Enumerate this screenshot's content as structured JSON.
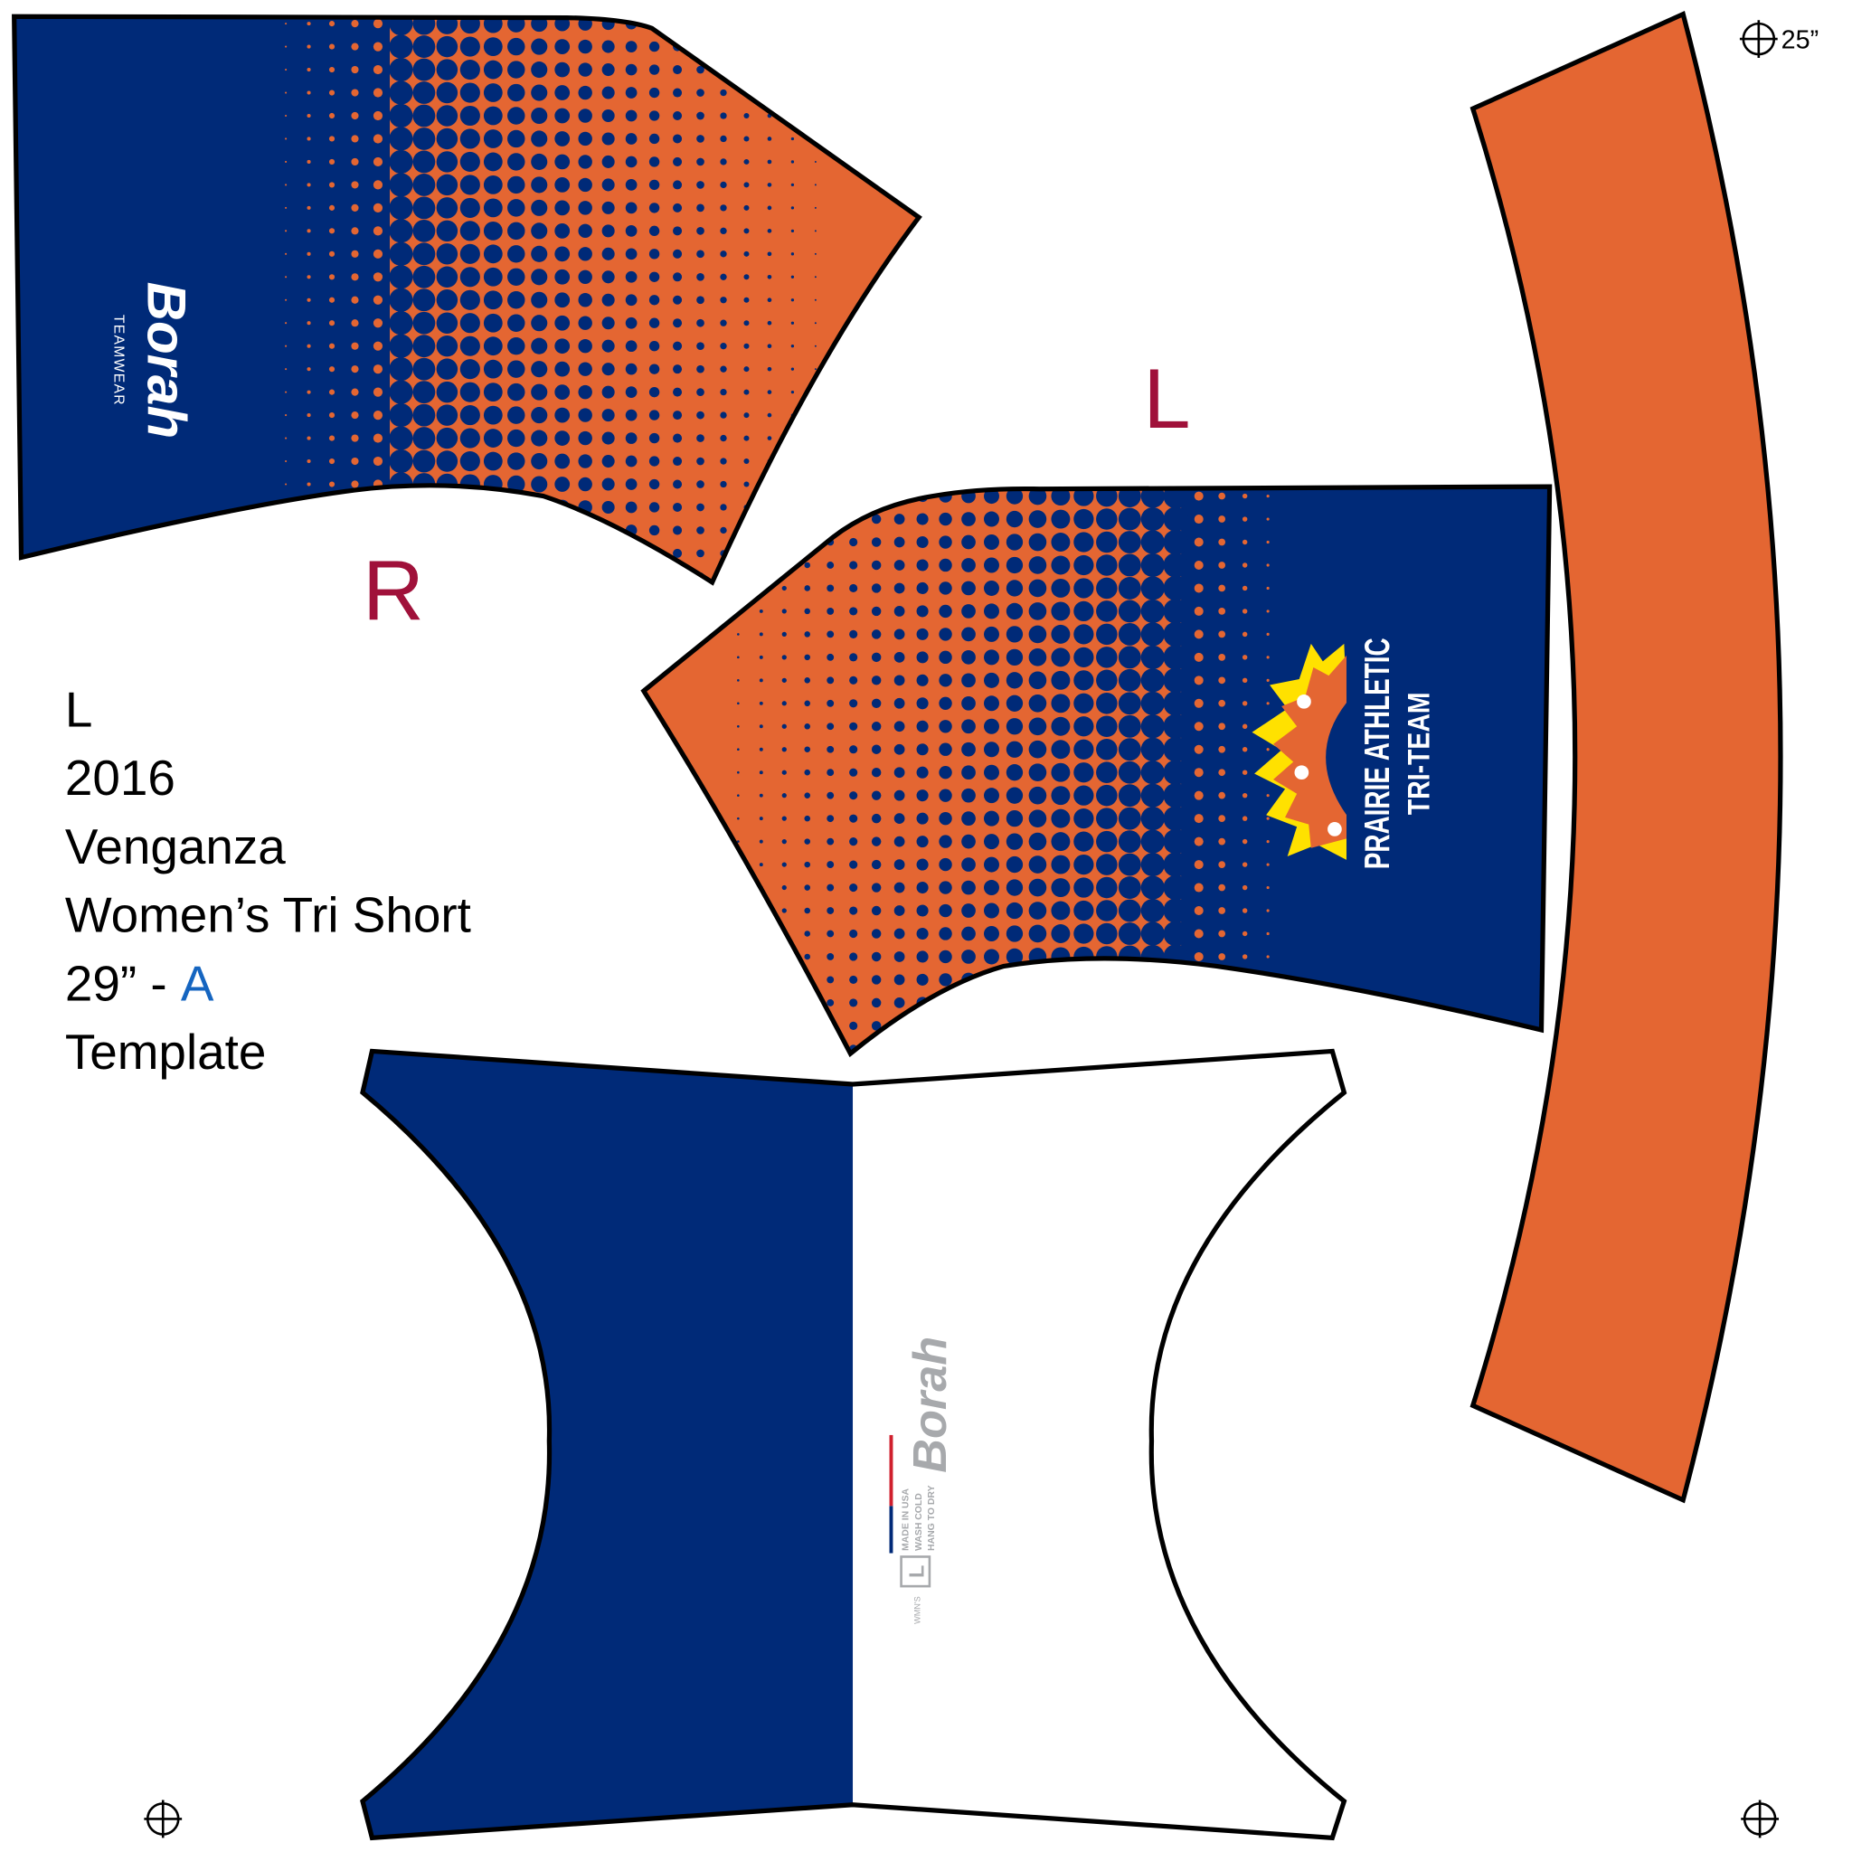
{
  "colors": {
    "navy": "#002a78",
    "orange": "#e46632",
    "maroon": "#a0113a",
    "blue_accent": "#1565c0",
    "outline": "#000000",
    "gray_logo": "#a7a9ac"
  },
  "markers": {
    "right_piece": "R",
    "left_piece": "L",
    "size_ref": "25”"
  },
  "info": {
    "lines": [
      "L",
      "2016",
      "Venganza",
      "Women’s Tri Short"
    ],
    "size_prefix": "29” - ",
    "size_variant": "A",
    "last_line": "Template"
  },
  "logos": {
    "brand": "Borah",
    "brand_sub": "TEAMWEAR",
    "team_line1": "PRAIRIE ATHLETIC",
    "team_line2": "TRI-TEAM",
    "label_size": "L",
    "label_care": [
      "MADE IN USA",
      "WASH COLD",
      "HANG TO DRY"
    ],
    "label_gender": "WMN'S"
  }
}
